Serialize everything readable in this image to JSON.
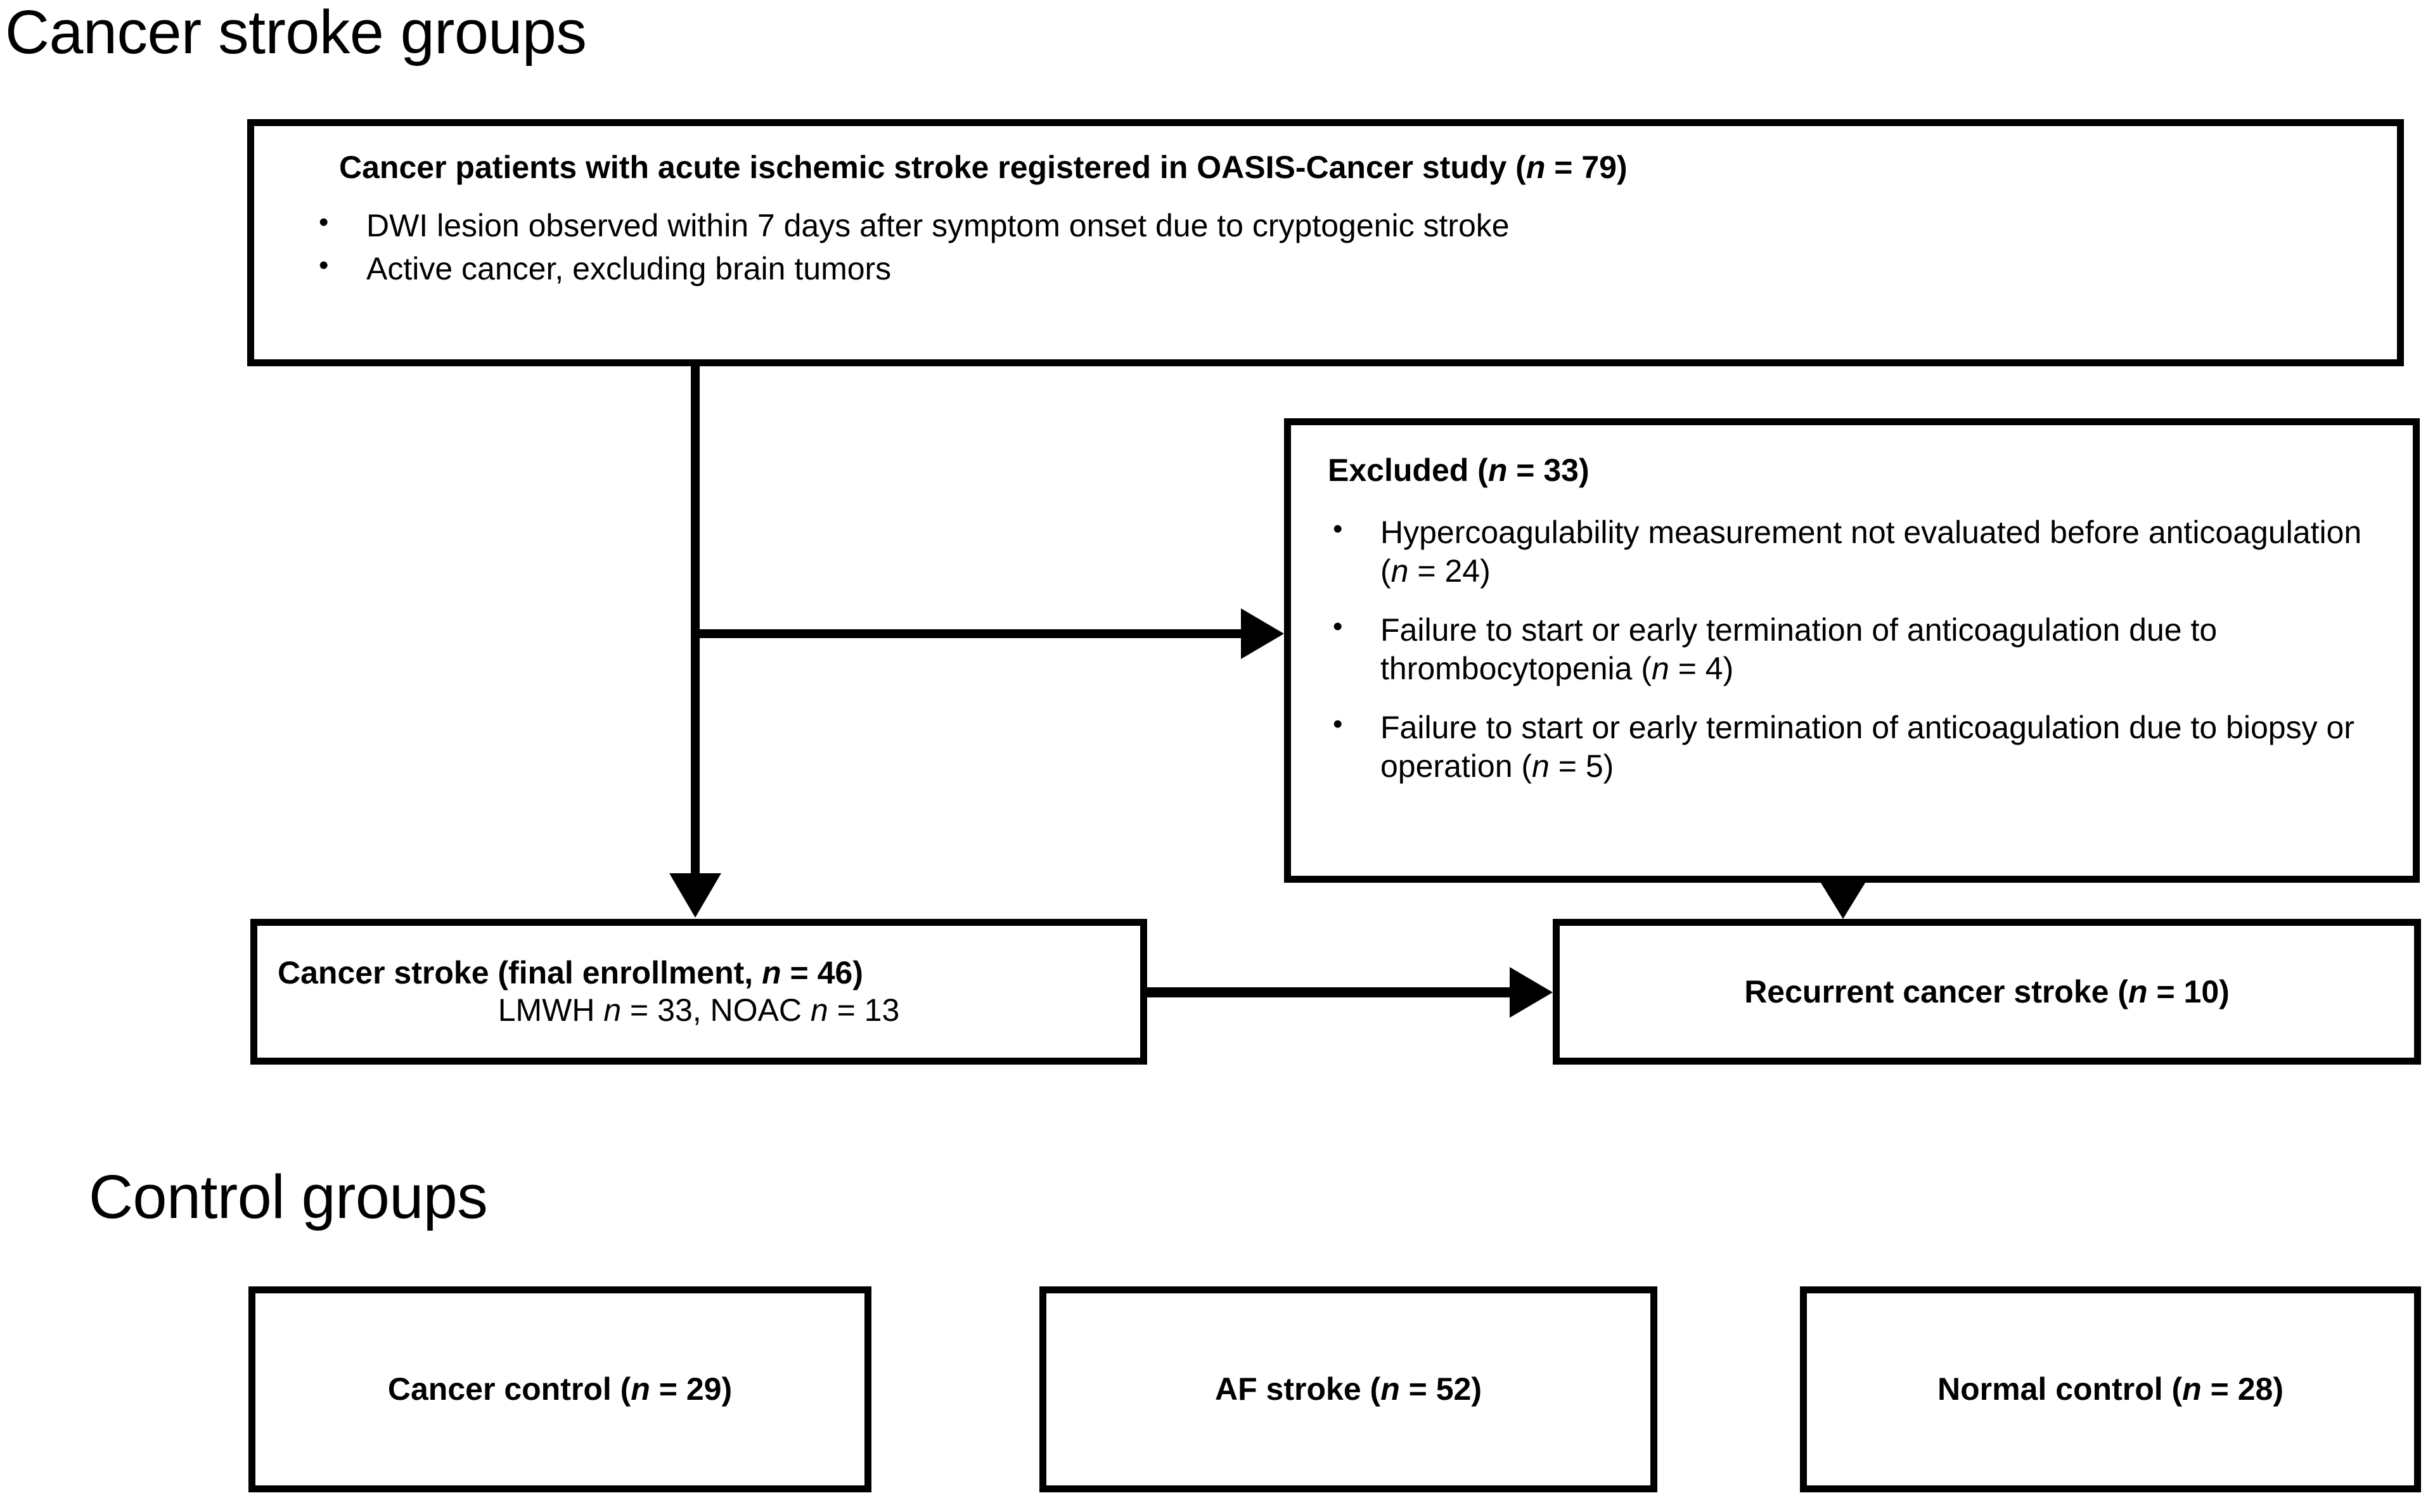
{
  "sections": {
    "cancer_groups_title": "Cancer stroke groups",
    "control_groups_title": "Control groups"
  },
  "boxes": {
    "enrolled": {
      "heading_prefix": "Cancer patients with acute ischemic stroke registered in OASIS-Cancer study (",
      "heading_var": "n",
      "heading_suffix": " = 79)",
      "bullets": [
        "DWI lesion observed within 7 days after symptom onset due to cryptogenic stroke",
        "Active cancer, excluding brain tumors"
      ]
    },
    "excluded": {
      "heading_prefix": "Excluded (",
      "heading_var": "n",
      "heading_suffix": " = 33)",
      "bullets": [
        {
          "text_prefix": "Hypercoagulability measurement not evaluated before anticoagulation  (",
          "var": "n",
          "text_suffix": " = 24)"
        },
        {
          "text_prefix": "Failure to start or early termination of anticoagulation due to thrombocytopenia (",
          "var": "n",
          "text_suffix": " = 4)"
        },
        {
          "text_prefix": "Failure to start or early termination of anticoagulation due to biopsy or operation (",
          "var": "n",
          "text_suffix": " = 5)"
        }
      ]
    },
    "final_enrollment": {
      "heading_prefix": "Cancer stroke (final enrollment, ",
      "heading_var": "n",
      "heading_suffix": " = 46)",
      "line2_a": "LMWH ",
      "line2_var1": "n",
      "line2_b": " = 33, NOAC ",
      "line2_var2": "n",
      "line2_c": " = 13"
    },
    "recurrent": {
      "heading_prefix": "Recurrent cancer stroke (",
      "heading_var": "n",
      "heading_suffix": " = 10)"
    },
    "cancer_control": {
      "heading_prefix": "Cancer control (",
      "heading_var": "n",
      "heading_suffix": " = 29)"
    },
    "af_stroke": {
      "heading_prefix": "AF stroke (",
      "heading_var": "n",
      "heading_suffix": " = 52)"
    },
    "normal_control": {
      "heading_prefix": "Normal control (",
      "heading_var": "n",
      "heading_suffix": " = 28)"
    }
  },
  "connectors": [
    {
      "name": "enrolled-to-final",
      "type": "vertical-arrow"
    },
    {
      "name": "enrolled-to-excluded",
      "type": "horizontal-arrow"
    },
    {
      "name": "excluded-to-recurrent",
      "type": "vertical-arrow"
    },
    {
      "name": "final-to-recurrent",
      "type": "horizontal-arrow"
    }
  ],
  "colors": {
    "stroke": "#000000",
    "background": "#ffffff",
    "text": "#000000"
  }
}
